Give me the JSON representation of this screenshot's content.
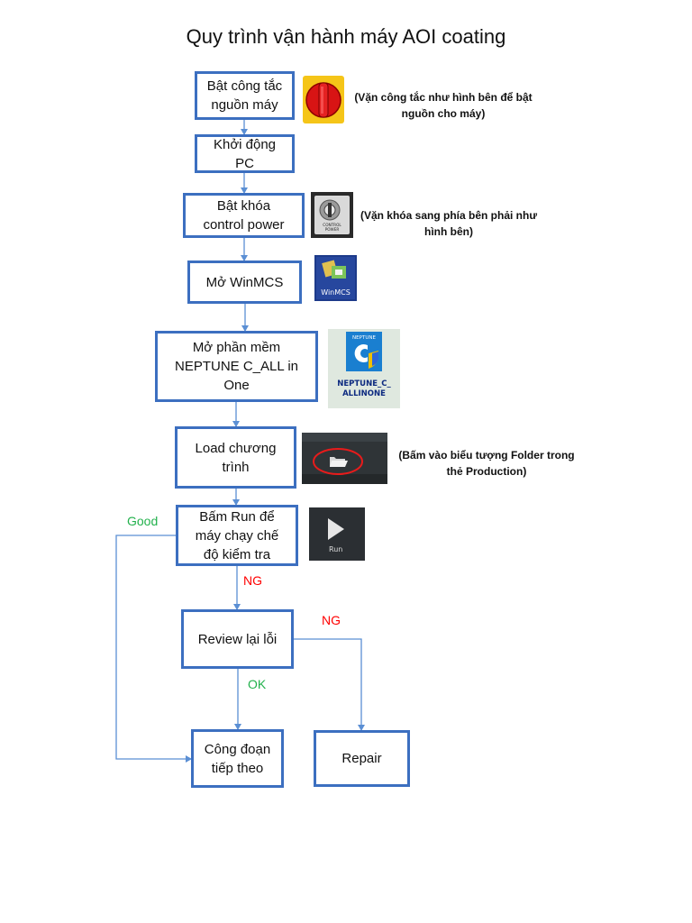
{
  "title": "Quy trình vận hành máy AOI coating",
  "colors": {
    "box_border": "#3c6fc0",
    "connector": "#5b8fd4",
    "label_good": "#22b14c",
    "label_ng": "#ff0000"
  },
  "steps": [
    {
      "id": "power",
      "label": "Bật công tắc\nnguồn máy"
    },
    {
      "id": "pc",
      "label": "Khởi động\nPC"
    },
    {
      "id": "key",
      "label": "Bật khóa\ncontrol power"
    },
    {
      "id": "winmcs",
      "label": "Mở WinMCS"
    },
    {
      "id": "neptune",
      "label": "Mở  phần mềm\nNEPTUNE C_ALL in\nOne"
    },
    {
      "id": "load",
      "label": "Load chương\ntrình"
    },
    {
      "id": "run",
      "label": "Bấm Run để\nmáy chạy chế\nđộ kiểm tra"
    },
    {
      "id": "review",
      "label": "Review lại lỗi"
    },
    {
      "id": "next",
      "label": "Công đoạn\ntiếp theo"
    },
    {
      "id": "repair",
      "label": "Repair"
    }
  ],
  "notes": {
    "power": "(Vặn công tắc như hình bên để bật\nnguồn cho máy)",
    "key": "(Vặn khóa sang phía bên phải như\nhình bên)",
    "load": "(Bấm vào biểu tượng Folder trong\nthẻ Production)"
  },
  "edge_labels": {
    "good": "Good",
    "ng_run": "NG",
    "ng_review": "NG",
    "ok": "OK"
  },
  "icons": {
    "power_switch": "power-switch-icon",
    "key_switch": "key-switch-icon",
    "winmcs": "winmcs-icon",
    "neptune": "neptune-icon",
    "folder": "folder-icon",
    "run": "run-icon"
  },
  "icon_texts": {
    "key_switch": "CONTROL\nPOWER",
    "winmcs": "WinMCS",
    "neptune_header": "NEPTUNE",
    "neptune_caption": "NEPTUNE_C_\nALLINONE",
    "run": "Run"
  }
}
